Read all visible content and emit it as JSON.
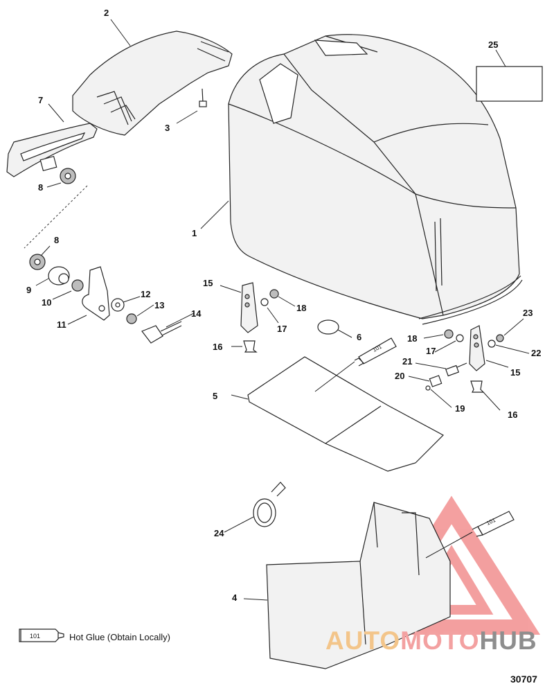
{
  "callouts": [
    {
      "id": "1",
      "label": "1"
    },
    {
      "id": "2",
      "label": "2"
    },
    {
      "id": "3",
      "label": "3"
    },
    {
      "id": "4",
      "label": "4"
    },
    {
      "id": "5",
      "label": "5"
    },
    {
      "id": "6",
      "label": "6"
    },
    {
      "id": "7",
      "label": "7"
    },
    {
      "id": "8a",
      "label": "8"
    },
    {
      "id": "8b",
      "label": "8"
    },
    {
      "id": "9",
      "label": "9"
    },
    {
      "id": "10",
      "label": "10"
    },
    {
      "id": "11",
      "label": "11"
    },
    {
      "id": "12",
      "label": "12"
    },
    {
      "id": "13",
      "label": "13"
    },
    {
      "id": "14",
      "label": "14"
    },
    {
      "id": "15a",
      "label": "15"
    },
    {
      "id": "15b",
      "label": "15"
    },
    {
      "id": "16a",
      "label": "16"
    },
    {
      "id": "16b",
      "label": "16"
    },
    {
      "id": "17a",
      "label": "17"
    },
    {
      "id": "17b",
      "label": "17"
    },
    {
      "id": "18a",
      "label": "18"
    },
    {
      "id": "18b",
      "label": "18"
    },
    {
      "id": "19",
      "label": "19"
    },
    {
      "id": "20",
      "label": "20"
    },
    {
      "id": "21",
      "label": "21"
    },
    {
      "id": "22",
      "label": "22"
    },
    {
      "id": "23",
      "label": "23"
    },
    {
      "id": "24",
      "label": "24"
    },
    {
      "id": "25",
      "label": "25"
    }
  ],
  "tube_label": "101",
  "legend": {
    "tube_label": "101",
    "text": "Hot Glue (Obtain Locally)"
  },
  "figure_number": "30707",
  "watermark": {
    "part1": "AUTO",
    "part2": "MOTO",
    "part3": "HUB"
  }
}
